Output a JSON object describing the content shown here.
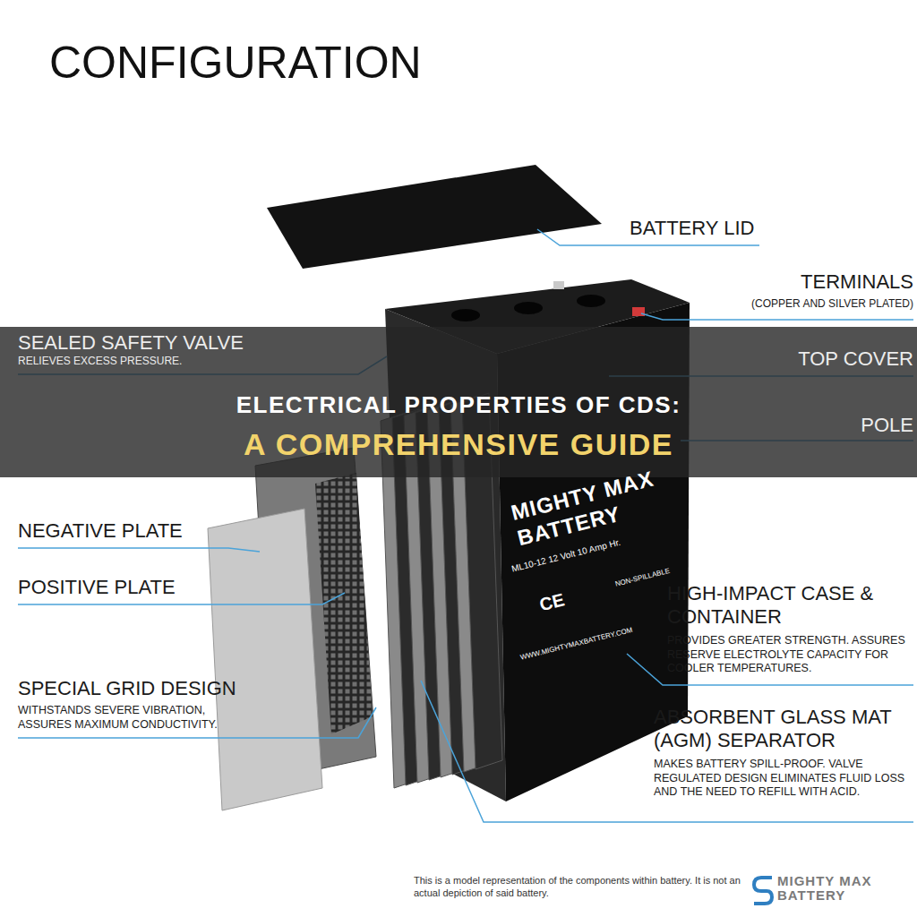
{
  "diagram": {
    "title": "CONFIGURATION",
    "nodes": [
      {
        "text": [
          "ELECTRICAL PROPERTIES OF CDS:",
          "A COMPREHENSIVE GUIDE"
        ]
      }
    ],
    "labels": [
      "BATTERY LID",
      "TERMINALS",
      "(COPPER AND SILVER PLATED)",
      "SEALED SAFETY VALVE",
      "RELIEVES EXCESS PRESSURE.",
      "TOP COVER",
      "POLE",
      "NEGATIVE PLATE",
      "POSITIVE PLATE",
      "HIGH-IMPACT CASE & CONTAINER",
      "PROVIDES GREATER STRENGTH. ASSURES RESERVE ELECTROLYTE CAPACITY FOR COOLER TEMPERATURES.",
      "SPECIAL GRID DESIGN",
      "WITHSTANDS SEVERE VIBRATION, ASSURES MAXIMUM CONDUCTIVITY.",
      "ABSORBENT GLASS MAT (AGM) SEPARATOR",
      "MAKES BATTERY SPILL-PROOF. VALVE REGULATED DESIGN ELIMINATES FLUID LOSS AND THE NEED TO REFILL WITH ACID.",
      "MIGHTY MAX BATTERY",
      "ML10-12 12 Volt 10 Amp Hr.",
      "CE",
      "NON-SPILLABLE",
      "WWW.MIGHTYMAXBATTERY.COM",
      "This is a model representation of the components within battery. It is not an actual depiction of said battery.",
      "MIGHTY MAX BATTERY"
    ]
  }
}
